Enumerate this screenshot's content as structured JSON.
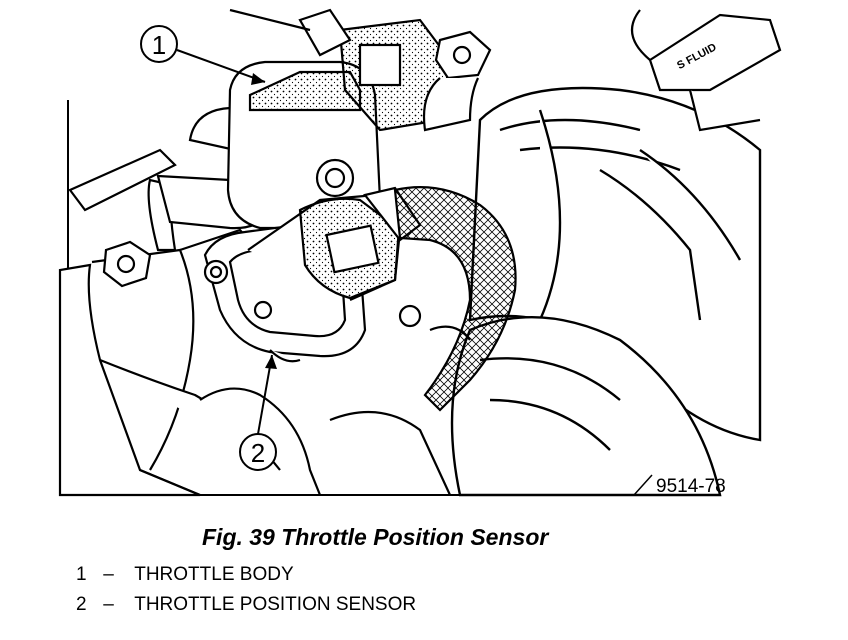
{
  "figure": {
    "caption": "Fig. 39 Throttle Position Sensor",
    "drawing_code": "9514-78",
    "stencil_text": "S FLUID"
  },
  "callouts": [
    {
      "number": "1",
      "label": "THROTTLE BODY"
    },
    {
      "number": "2",
      "label": "THROTTLE POSITION SENSOR"
    }
  ],
  "legend_separator": "–"
}
